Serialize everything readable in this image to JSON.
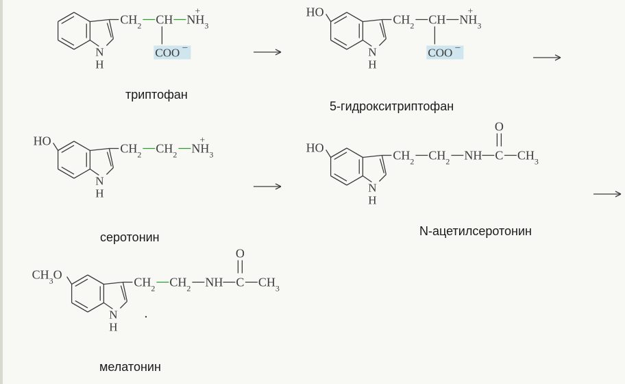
{
  "compounds": [
    {
      "id": "tryptophan",
      "name": "триптофан",
      "prefix": "",
      "chain": [
        {
          "text": "CH",
          "sub": "2",
          "color": "#3b3b3b"
        },
        {
          "text": "–",
          "color": "#2e9a2e"
        },
        {
          "text": "CH",
          "color": "#3b3b3b"
        },
        {
          "text": "–",
          "color": "#2e9a2e"
        },
        {
          "text": "NH",
          "sub": "3",
          "charge": "+",
          "color": "#3b3b3b"
        }
      ],
      "carboxylate": "COO",
      "carboxylate_charge": "–",
      "nh_label": "N",
      "h_label": "H"
    },
    {
      "id": "5-hydroxytryptophan",
      "name": "5-гидрокситриптофан",
      "prefix": "HO",
      "chain": [
        {
          "text": "CH",
          "sub": "2",
          "color": "#3b3b3b"
        },
        {
          "text": "–",
          "color": "#3b3b3b"
        },
        {
          "text": "CH",
          "color": "#3b3b3b"
        },
        {
          "text": "–",
          "color": "#3b3b3b"
        },
        {
          "text": "NH",
          "sub": "3",
          "charge": "+",
          "color": "#3b3b3b"
        }
      ],
      "carboxylate": "COO",
      "carboxylate_charge": "–",
      "nh_label": "N",
      "h_label": "H"
    },
    {
      "id": "serotonin",
      "name": "серотонин",
      "prefix": "HO",
      "chain": [
        {
          "text": "CH",
          "sub": "2",
          "color": "#3b3b3b"
        },
        {
          "text": "–",
          "color": "#2e9a2e"
        },
        {
          "text": "CH",
          "sub": "2",
          "color": "#3b3b3b"
        },
        {
          "text": "–",
          "color": "#2e9a2e"
        },
        {
          "text": "NH",
          "sub": "3",
          "charge": "+",
          "color": "#3b3b3b"
        }
      ],
      "nh_label": "N",
      "h_label": "H"
    },
    {
      "id": "n-acetylserotonin",
      "name": "N-ацетилсеротонин",
      "prefix": "HO",
      "chain": [
        {
          "text": "CH",
          "sub": "2",
          "color": "#3b3b3b"
        },
        {
          "text": "–",
          "color": "#3b3b3b"
        },
        {
          "text": "CH",
          "sub": "2",
          "color": "#3b3b3b"
        },
        {
          "text": "–",
          "color": "#3b3b3b"
        },
        {
          "text": "NH",
          "color": "#3b3b3b"
        },
        {
          "text": "–",
          "color": "#3b3b3b"
        },
        {
          "text": "C",
          "color": "#3b3b3b"
        },
        {
          "text": "–",
          "color": "#3b3b3b"
        },
        {
          "text": "CH",
          "sub": "3",
          "color": "#3b3b3b"
        }
      ],
      "carbonyl": "O",
      "nh_label": "N",
      "h_label": "H"
    },
    {
      "id": "melatonin",
      "name": "мелатонин",
      "prefix": "CH3O",
      "prefix_parts": {
        "a": "CH",
        "sub": "3",
        "b": "O"
      },
      "chain": [
        {
          "text": "CH",
          "sub": "2",
          "color": "#2e9a2e"
        },
        {
          "text": "–",
          "color": "#2e9a2e"
        },
        {
          "text": "CH",
          "sub": "2",
          "color": "#2e9a2e"
        },
        {
          "text": "–",
          "color": "#3b3b3b"
        },
        {
          "text": "NH",
          "color": "#3b3b3b"
        },
        {
          "text": "–",
          "color": "#3b3b3b"
        },
        {
          "text": "C",
          "color": "#3b3b3b"
        },
        {
          "text": "–",
          "color": "#3b3b3b"
        },
        {
          "text": "CH",
          "sub": "3",
          "color": "#3b3b3b"
        }
      ],
      "carbonyl": "O",
      "nh_label": "N",
      "h_label": "H"
    }
  ],
  "arrow_symbol": "→",
  "colors": {
    "ink": "#3b3b3b",
    "green": "#2e9a2e",
    "cyan_highlight": "#cfe6ef",
    "label": "#1a1a1a"
  }
}
